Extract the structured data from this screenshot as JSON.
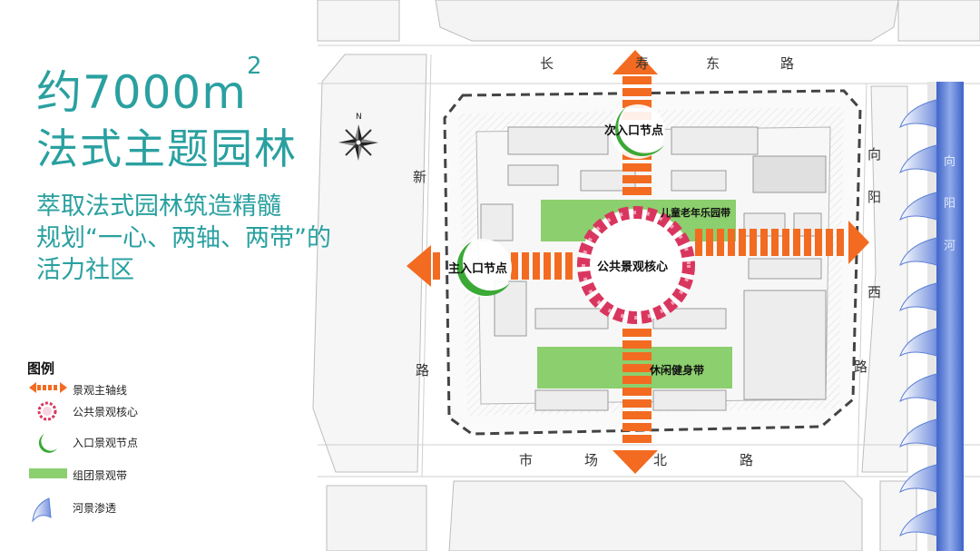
{
  "title": {
    "line1_main": "约7000m",
    "line1_sup": "2",
    "line2": "法式主题园林"
  },
  "subtitle": {
    "line1": "萃取法式园林筑造精髓",
    "line2": "规划“一心、两轴、两带”的",
    "line3": "活力社区"
  },
  "compass": {
    "north_label": "N"
  },
  "roads": {
    "north": [
      "长",
      "寿",
      "东",
      "路"
    ],
    "south": [
      "市",
      "场",
      "北",
      "路"
    ],
    "west": [
      "新",
      "路"
    ],
    "east": [
      "向",
      "阳",
      "西",
      "路"
    ],
    "river": [
      "向",
      "阳",
      "河"
    ]
  },
  "map_labels": {
    "secondary_entrance": "次入口节点",
    "main_entrance": "主入口节点",
    "core": "公共景观核心",
    "children_belt": "儿童老年乐园带",
    "fitness_belt": "休闲健身带"
  },
  "legend": {
    "title": "图例",
    "items": [
      {
        "icon": "orange-double-arrow-icon",
        "label": "景观主轴线"
      },
      {
        "icon": "core-ring-icon",
        "label": "公共景观核心"
      },
      {
        "icon": "green-crescent-icon",
        "label": "入口景观节点"
      },
      {
        "icon": "green-band-icon",
        "label": "组团景观带"
      },
      {
        "icon": "river-wave-icon",
        "label": "河景渗透"
      }
    ]
  },
  "colors": {
    "title_teal": "#2aa0a0",
    "axis_orange": "#f26b21",
    "core_pink": "#d9365f",
    "belt_green": "#8ccf6e",
    "node_green": "#3aa935",
    "river_blue": "#5b7fd6"
  }
}
